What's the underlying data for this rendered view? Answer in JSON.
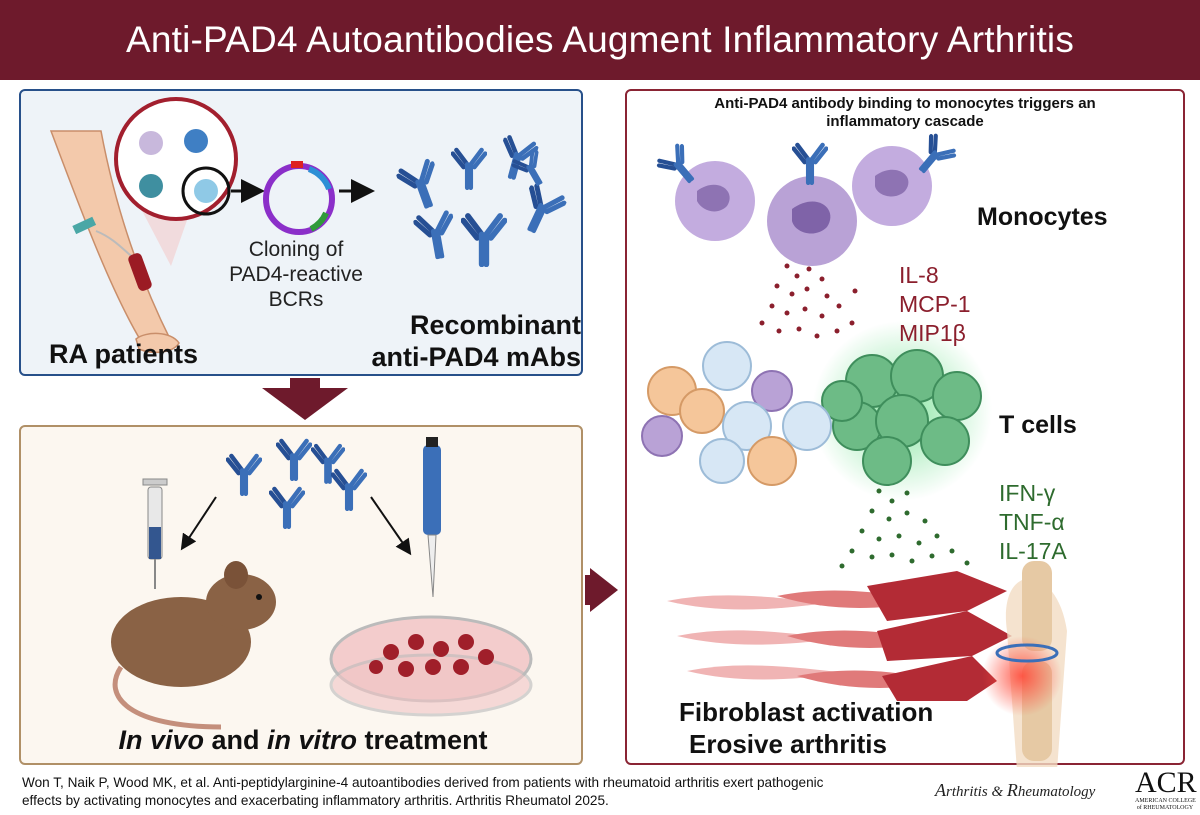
{
  "title": "Anti-PAD4 Autoantibodies Augment Inflammatory Arthritis",
  "panel1": {
    "cloning_label": "Cloning of\nPAD4-reactive\nBCRs",
    "patients_label": "RA patients",
    "mabs_label": "Recombinant\nanti-PAD4 mAbs"
  },
  "panel2": {
    "treatment_in_vivo": "In vivo",
    "treatment_and": " and ",
    "treatment_in_vitro": "in vitro",
    "treatment_rest": " treatment"
  },
  "panel3": {
    "header": "Anti-PAD4 antibody binding to monocytes triggers an\ninflammatory cascade",
    "monocytes_label": "Monocytes",
    "cytokines_1": [
      "IL-8",
      "MCP-1",
      "MIP1β"
    ],
    "tcells_label": "T cells",
    "cytokines_2": [
      "IFN-γ",
      "TNF-α",
      "IL-17A"
    ],
    "outcome_1": "Fibroblast activation",
    "outcome_2": "Erosive arthritis"
  },
  "citation": "Won T, Naik P, Wood MK, et al. Anti-peptidylarginine-4 autoantibodies derived from patients with rheumatoid arthritis exert pathogenic effects by activating monocytes and exacerbating inflammatory arthritis. Arthritis Rheumatol 2025.",
  "journal": {
    "name_part1": "A",
    "name_part2": "rthritis",
    "name_part3": " & ",
    "name_part4": "R",
    "name_part5": "heumatology",
    "logo_acr": "ACR",
    "logo_line1": "AMERICAN COLLEGE",
    "logo_line2": "of RHEUMATOLOGY"
  },
  "colors": {
    "banner": "#6e1a2c",
    "panel1_border": "#27508a",
    "panel2_border": "#b09067",
    "panel3_border": "#8a2434",
    "antibody_blue": "#3b6fb8",
    "cytokine_red": "#8b1f2d",
    "cytokine_green": "#2e6b2e",
    "monocyte_purple": "#b9a2d6",
    "tcell_green": "#5aa673"
  }
}
